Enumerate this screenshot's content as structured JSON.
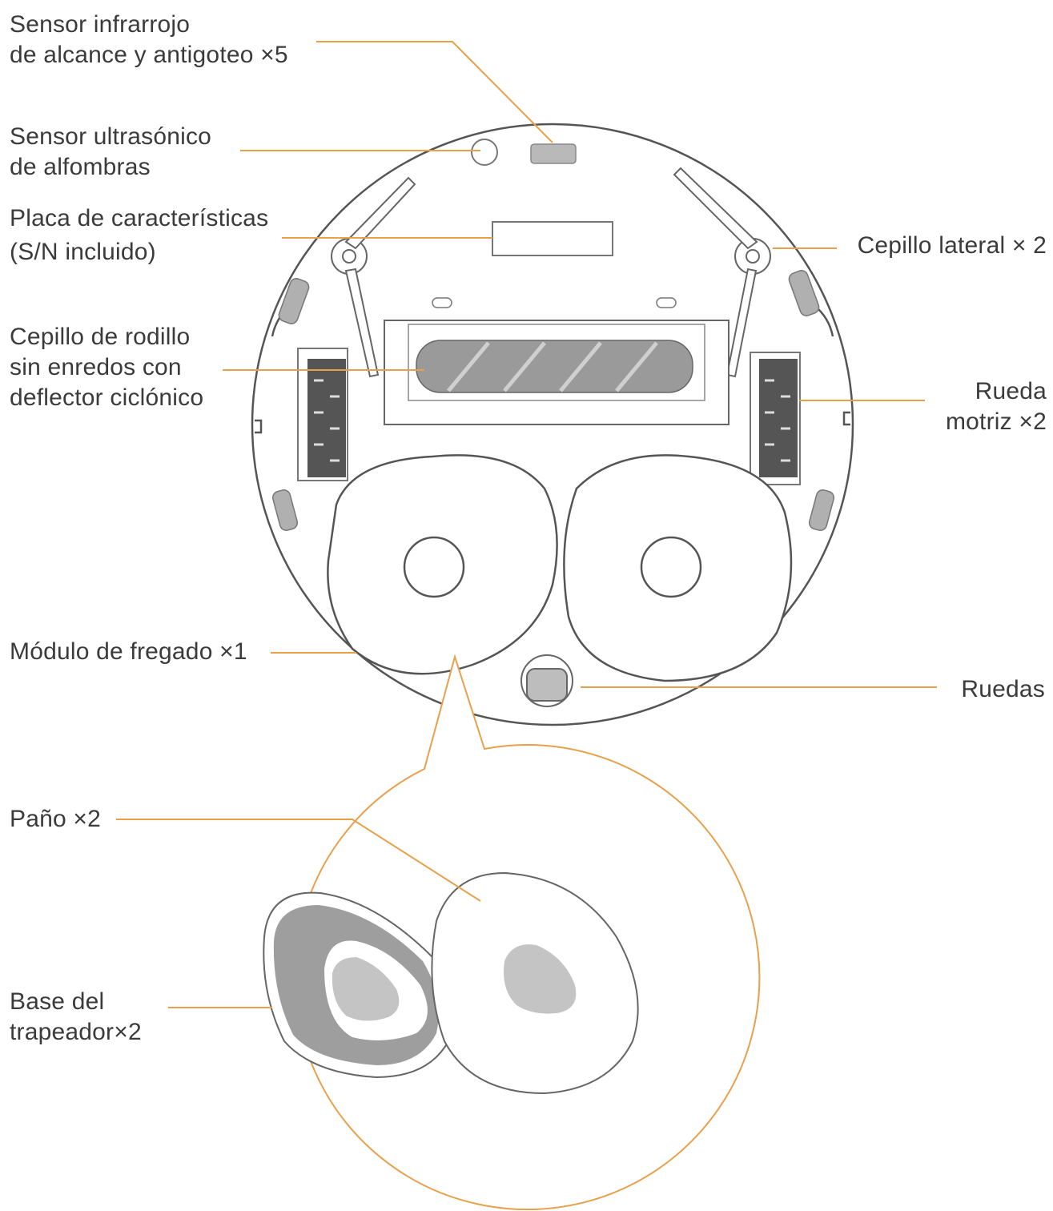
{
  "accent_color": "#e8a04a",
  "labels": {
    "sensor_infrarrojo": [
      "Sensor infrarrojo",
      "de alcance y antigoteo ×5"
    ],
    "sensor_ultrasonico": [
      "Sensor ultrasónico",
      "de alfombras"
    ],
    "placa": [
      "Placa de características",
      "(S/N incluido)"
    ],
    "cepillo_rodillo": [
      "Cepillo de rodillo",
      "sin enredos con",
      "deflector ciclónico"
    ],
    "modulo_fregado": [
      "Módulo de fregado ×1"
    ],
    "cepillo_lateral": [
      "Cepillo lateral × 2"
    ],
    "rueda_motriz": [
      "Rueda",
      "motriz ×2"
    ],
    "ruedas": [
      "Ruedas"
    ],
    "pano": [
      "Paño ×2"
    ],
    "base_trapeador": [
      "Base del",
      "trapeador×2"
    ]
  }
}
